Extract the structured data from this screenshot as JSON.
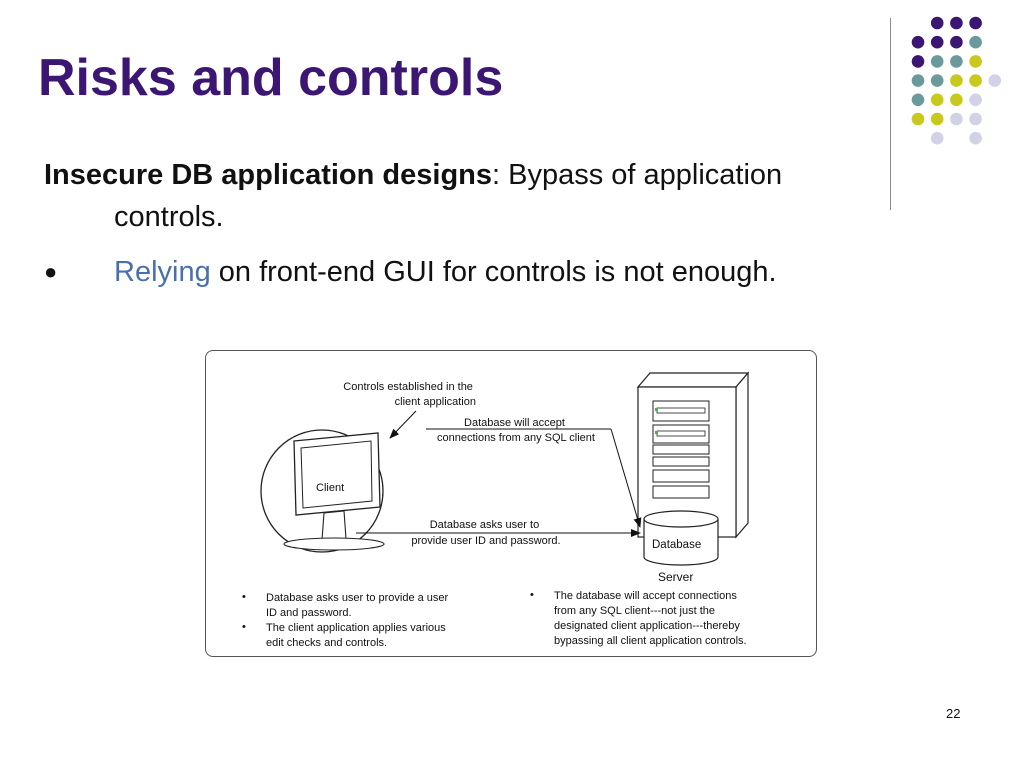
{
  "slide": {
    "title": "Risks and controls",
    "heading_bold": "Insecure DB application designs",
    "heading_rest_line1": ": Bypass of application",
    "heading_rest_line2": "controls.",
    "bullet_highlight": "Relying",
    "bullet_rest": " on front-end GUI for controls is not enough.",
    "page_number": "22"
  },
  "diagram": {
    "callout_controls": [
      "Controls established in the",
      "client application"
    ],
    "callout_accept": [
      "Database will accept",
      "connections from any SQL client"
    ],
    "callout_asks": [
      "Database asks user to",
      "provide user ID and password."
    ],
    "client_label": "Client",
    "database_label": "Database",
    "server_label": "Server",
    "left_notes": [
      [
        "Database asks user to provide a user",
        "ID and password."
      ],
      [
        "The client application applies various",
        "edit checks and controls."
      ]
    ],
    "right_notes": [
      [
        "The database will accept connections",
        "from any SQL client---not just the",
        "designated client application---thereby",
        "bypassing all client application controls."
      ]
    ]
  },
  "colors": {
    "title": "#3b1672",
    "accent_link": "#4a6fae",
    "dot_purple": "#3b1672",
    "dot_teal": "#6b9a9c",
    "dot_yellow": "#c8c81e",
    "dot_lavender": "#d2d2e6"
  }
}
